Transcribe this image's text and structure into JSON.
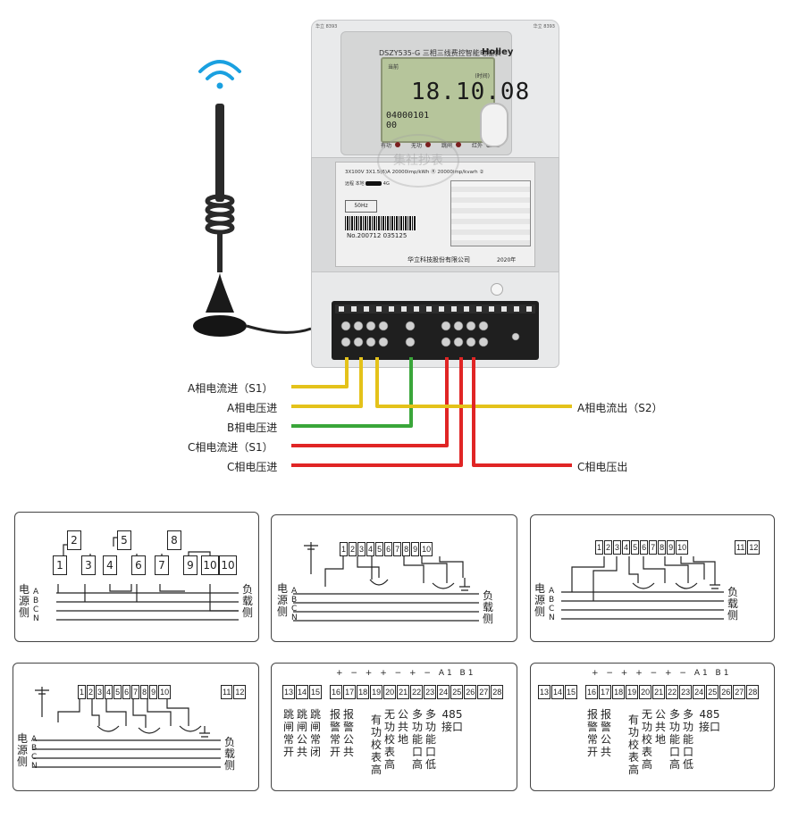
{
  "meter": {
    "model": "DSZY535-G 三相三线费控智能电能表",
    "brand": "Holley",
    "lcd_value": "18.10.08",
    "lcd_code": "04000101",
    "lcd_sub": "00",
    "lcd_tag_left": "当前",
    "lcd_tag_right": "(时间)",
    "corner_left": "华立 8393",
    "corner_right": "华立 8393",
    "leds": [
      "有功",
      "无功",
      "跳闸",
      "红外"
    ],
    "specs": "3X100V    3X1.5(6)A    20000imp/kWh  Ⓡ  20000imp/kvarh  ②",
    "mode_label": "远程 本地",
    "comm": "4G",
    "freq": "50Hz",
    "serial": "No.200712 035125",
    "company": "华立科技股份有限公司",
    "year": "2020年",
    "watermark": "集社抄表"
  },
  "wire_labels": {
    "a_in_current": "A相电流进（S1）",
    "a_in_voltage": "A相电压进",
    "b_in_voltage": "B相电压进",
    "c_in_current": "C相电流进（S1）",
    "c_in_voltage": "C相电压进",
    "a_out_current": "A相电流出（S2）",
    "c_out_voltage": "C相电压出"
  },
  "colors": {
    "yellow": "#e4c21a",
    "green": "#3aa63a",
    "red": "#e02525",
    "panel": "#e9eaeb"
  },
  "diagrams": {
    "d1": {
      "source": [
        "电",
        "源",
        "侧"
      ],
      "load": [
        "负",
        "载",
        "侧"
      ],
      "phases": [
        "A",
        "B",
        "C",
        "N"
      ],
      "terminals": [
        "1",
        "2",
        "3",
        "4",
        "5",
        "6",
        "7",
        "8",
        "9",
        "10",
        "10"
      ]
    },
    "d2": {
      "source": [
        "电",
        "源",
        "侧"
      ],
      "load": [
        "负",
        "载",
        "侧"
      ],
      "phases": [
        "A",
        "B",
        "C",
        "N"
      ],
      "terminals": [
        "1",
        "2",
        "3",
        "4",
        "5",
        "6",
        "7",
        "8",
        "9",
        "10"
      ]
    },
    "d3": {
      "source": [
        "电",
        "源",
        "侧"
      ],
      "load": [
        "负",
        "载",
        "侧"
      ],
      "phases": [
        "A",
        "B",
        "C",
        "N"
      ],
      "terminals": [
        "1",
        "2",
        "3",
        "4",
        "5",
        "6",
        "7",
        "8",
        "9",
        "10",
        "11",
        "12"
      ]
    },
    "d4": {
      "source": [
        "电",
        "源",
        "侧"
      ],
      "load": [
        "负",
        "载",
        "侧"
      ],
      "phases": [
        "A",
        "B",
        "C",
        "N"
      ],
      "terminals": [
        "1",
        "2",
        "3",
        "4",
        "5",
        "6",
        "7",
        "8",
        "9",
        "10",
        "11",
        "12"
      ]
    },
    "d5": {
      "polarity": "+ − + + − + − A1 B1",
      "terminals": [
        "13",
        "14",
        "15",
        "16",
        "17",
        "18",
        "19",
        "20",
        "21",
        "22",
        "23",
        "24",
        "25",
        "26",
        "27",
        "28"
      ],
      "cols": [
        {
          "t": "跳闸常开"
        },
        {
          "t": "跳闸公共"
        },
        {
          "t": "跳闸常闭"
        },
        {
          "t": "报警常开"
        },
        {
          "t": "报警公共"
        },
        {
          "t": "有功校表高"
        },
        {
          "t": "无功校表高"
        },
        {
          "t": "公共地"
        },
        {
          "t": "多功能口高"
        },
        {
          "t": "多功能口低"
        },
        {
          "t": "485接口"
        }
      ]
    },
    "d6": {
      "polarity": "+ − + + − + − A1 B1",
      "terminals": [
        "13",
        "14",
        "15",
        "16",
        "17",
        "18",
        "19",
        "20",
        "21",
        "22",
        "23",
        "24",
        "25",
        "26",
        "27",
        "28"
      ],
      "cols": [
        {
          "t": "报警常开"
        },
        {
          "t": "报警公共"
        },
        {
          "t": "有功校表高"
        },
        {
          "t": "无功校表高"
        },
        {
          "t": "公共地"
        },
        {
          "t": "多功能口高"
        },
        {
          "t": "多功能口低"
        },
        {
          "t": "485接口"
        }
      ]
    }
  }
}
